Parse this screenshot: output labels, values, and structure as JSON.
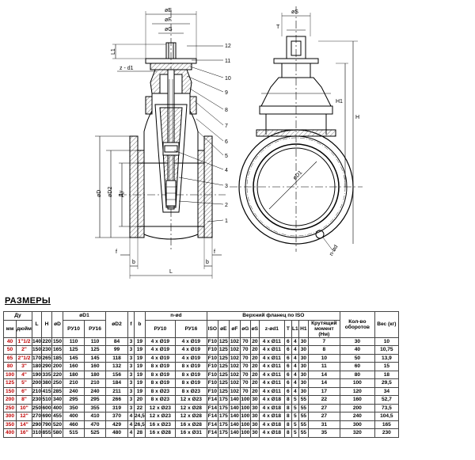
{
  "drawing": {
    "dims": {
      "E": "øE",
      "F": "øF",
      "G": "øG",
      "S": "øS",
      "T": "T",
      "L1": "L1",
      "z_d1": "z - d1",
      "H": "H",
      "H1": "H1",
      "D": "øD",
      "D2": "øD2",
      "Du": "Ду",
      "D1": "øD1",
      "b": "b",
      "f": "f",
      "L": "L",
      "n_d": "n-ød"
    },
    "callouts": [
      "12",
      "11",
      "10",
      "9",
      "8",
      "7",
      "6",
      "5",
      "4",
      "3",
      "2",
      "1"
    ]
  },
  "section_title": "РАЗМЕРЫ",
  "table": {
    "header": {
      "du": "Ду",
      "mm": "мм",
      "inch": "дюйм",
      "L": "L",
      "H": "H",
      "D": "øD",
      "D1": "øD1",
      "py10": "РУ10",
      "py16": "РУ16",
      "D2": "øD2",
      "f": "f",
      "b": "b",
      "nd": "n-ød",
      "top_flange": "Верхний фланец по  ISO",
      "iso": "ISO",
      "E": "øE",
      "F": "øF",
      "G": "øG",
      "S": "øS",
      "zd1": "z-ød1",
      "T": "T",
      "L1": "L1",
      "H1": "H1",
      "turns": "Кол-во оборотов",
      "torque": "Крутящий момент (Нм)",
      "weight": "Вес (кг)"
    },
    "rows": [
      [
        "40",
        "1\"1/2",
        "140",
        "220",
        "150",
        "110",
        "110",
        "84",
        "3",
        "19",
        "4 x Ø19",
        "4 x Ø19",
        "F10",
        "125",
        "102",
        "70",
        "20",
        "4 x Ø11",
        "6",
        "4",
        "30",
        "7",
        "30",
        "10"
      ],
      [
        "50",
        "2\"",
        "150",
        "230",
        "165",
        "125",
        "125",
        "99",
        "3",
        "19",
        "4 x Ø19",
        "4 x Ø19",
        "F10",
        "125",
        "102",
        "70",
        "20",
        "4 x Ø11",
        "6",
        "4",
        "30",
        "8",
        "40",
        "10,75"
      ],
      [
        "65",
        "2\"1/2",
        "170",
        "265",
        "185",
        "145",
        "145",
        "118",
        "3",
        "19",
        "4 x Ø19",
        "4 x Ø19",
        "F10",
        "125",
        "102",
        "70",
        "20",
        "4 x Ø11",
        "6",
        "4",
        "30",
        "10",
        "50",
        "13,9"
      ],
      [
        "80",
        "3\"",
        "180",
        "290",
        "200",
        "160",
        "160",
        "132",
        "3",
        "19",
        "8 x Ø19",
        "8 x Ø19",
        "F10",
        "125",
        "102",
        "70",
        "20",
        "4 x Ø11",
        "6",
        "4",
        "30",
        "11",
        "60",
        "15"
      ],
      [
        "100",
        "4\"",
        "190",
        "335",
        "220",
        "180",
        "180",
        "156",
        "3",
        "19",
        "8 x Ø19",
        "8 x Ø19",
        "F10",
        "125",
        "102",
        "70",
        "20",
        "4 x Ø11",
        "6",
        "4",
        "30",
        "14",
        "80",
        "18"
      ],
      [
        "125",
        "5\"",
        "200",
        "380",
        "250",
        "210",
        "210",
        "184",
        "3",
        "19",
        "8 x Ø19",
        "8 x Ø19",
        "F10",
        "125",
        "102",
        "70",
        "20",
        "4 x Ø11",
        "6",
        "4",
        "30",
        "14",
        "100",
        "29,5"
      ],
      [
        "150",
        "6\"",
        "210",
        "415",
        "285",
        "240",
        "240",
        "211",
        "3",
        "19",
        "8 x Ø23",
        "8 x Ø23",
        "F10",
        "125",
        "102",
        "70",
        "20",
        "4 x Ø11",
        "6",
        "4",
        "30",
        "17",
        "120",
        "34"
      ],
      [
        "200",
        "8\"",
        "230",
        "510",
        "340",
        "295",
        "295",
        "266",
        "3",
        "20",
        "8 x Ø23",
        "12 x Ø23",
        "F14",
        "175",
        "140",
        "100",
        "30",
        "4 x Ø18",
        "8",
        "5",
        "55",
        "22",
        "160",
        "52,7"
      ],
      [
        "250",
        "10\"",
        "250",
        "600",
        "400",
        "350",
        "355",
        "319",
        "3",
        "22",
        "12 x Ø23",
        "12 x Ø28",
        "F14",
        "175",
        "140",
        "100",
        "30",
        "4 x Ø18",
        "8",
        "5",
        "55",
        "27",
        "200",
        "73,5"
      ],
      [
        "300",
        "12\"",
        "270",
        "690",
        "455",
        "400",
        "410",
        "370",
        "4",
        "24,5",
        "12 x Ø23",
        "12 x Ø28",
        "F14",
        "175",
        "140",
        "100",
        "30",
        "4 x Ø18",
        "8",
        "5",
        "55",
        "27",
        "240",
        "104,5"
      ],
      [
        "350",
        "14\"",
        "290",
        "790",
        "520",
        "460",
        "470",
        "429",
        "4",
        "26,5",
        "16 x Ø23",
        "16 x Ø28",
        "F14",
        "175",
        "140",
        "100",
        "30",
        "4 x Ø18",
        "8",
        "5",
        "55",
        "31",
        "300",
        "165"
      ],
      [
        "400",
        "16\"",
        "310",
        "855",
        "580",
        "515",
        "525",
        "480",
        "4",
        "28",
        "16 x Ø28",
        "16 x Ø31",
        "F14",
        "175",
        "140",
        "100",
        "30",
        "4 x Ø18",
        "8",
        "5",
        "55",
        "35",
        "320",
        "230"
      ]
    ]
  }
}
